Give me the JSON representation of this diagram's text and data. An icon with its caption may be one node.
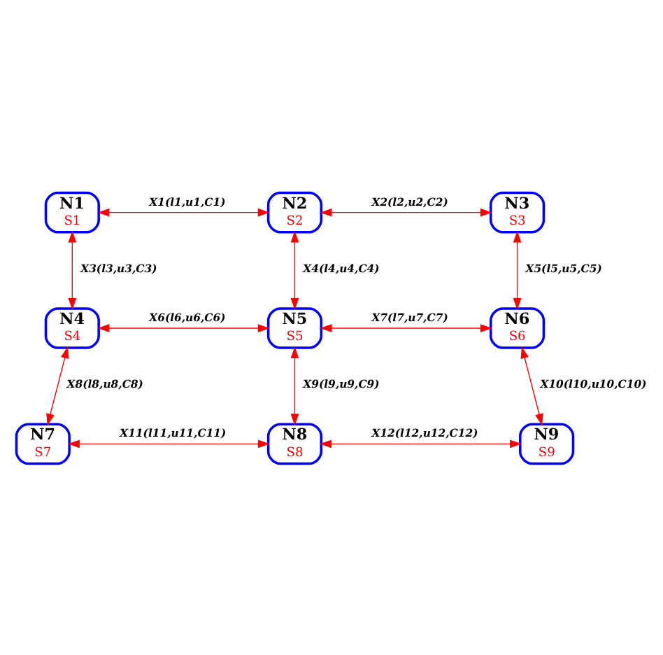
{
  "diagram": {
    "nodes": [
      {
        "text": [
          "N1",
          "S1"
        ]
      },
      {
        "text": [
          "N2",
          "S2"
        ]
      },
      {
        "text": [
          "N3",
          "S3"
        ]
      },
      {
        "text": [
          "N4",
          "S4"
        ]
      },
      {
        "text": [
          "N5",
          "S5"
        ]
      },
      {
        "text": [
          "N6",
          "S6"
        ]
      },
      {
        "text": [
          "N7",
          "S7"
        ]
      },
      {
        "text": [
          "N8",
          "S8"
        ]
      },
      {
        "text": [
          "N9",
          "S9"
        ]
      }
    ],
    "edges": [
      {
        "from": 0,
        "to": 1,
        "arrow": "both",
        "label": "X1(l1,u1,C1)"
      },
      {
        "from": 1,
        "to": 2,
        "arrow": "both",
        "label": "X2(l2,u2,C2)"
      },
      {
        "from": 0,
        "to": 3,
        "arrow": "both",
        "label": "X3(l3,u3,C3)"
      },
      {
        "from": 1,
        "to": 4,
        "arrow": "both",
        "label": "X4(l4,u4,C4)"
      },
      {
        "from": 2,
        "to": 5,
        "arrow": "both",
        "label": "X5(l5,u5,C5)"
      },
      {
        "from": 3,
        "to": 4,
        "arrow": "both",
        "label": "X6(l6,u6,C6)"
      },
      {
        "from": 4,
        "to": 5,
        "arrow": "both",
        "label": "X7(l7,u7,C7)"
      },
      {
        "from": 3,
        "to": 6,
        "arrow": "both",
        "label": "X8(l8,u8,C8)"
      },
      {
        "from": 4,
        "to": 7,
        "arrow": "both",
        "label": "X9(l9,u9,C9)"
      },
      {
        "from": 5,
        "to": 8,
        "arrow": "both",
        "label": "X10(l10,u10,C10)"
      },
      {
        "from": 6,
        "to": 7,
        "arrow": "both",
        "label": "X11(l11,u11,C11)"
      },
      {
        "from": 7,
        "to": 8,
        "arrow": "both",
        "label": "X12(l12,u12,C12)"
      }
    ]
  }
}
